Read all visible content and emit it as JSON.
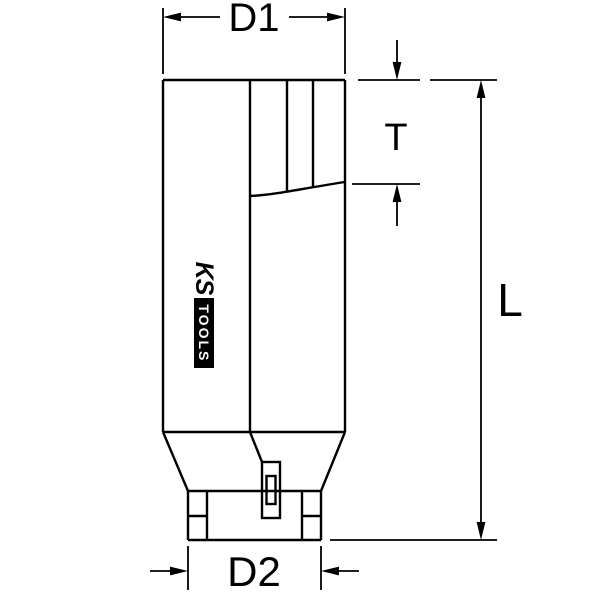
{
  "drawing": {
    "labels": {
      "d1": "D1",
      "t": "T",
      "l": "L",
      "d2": "D2"
    }
  },
  "logo": {
    "ks": "KS",
    "tools": "TOOLS"
  },
  "colors": {
    "line": "#000000",
    "background": "#ffffff"
  }
}
